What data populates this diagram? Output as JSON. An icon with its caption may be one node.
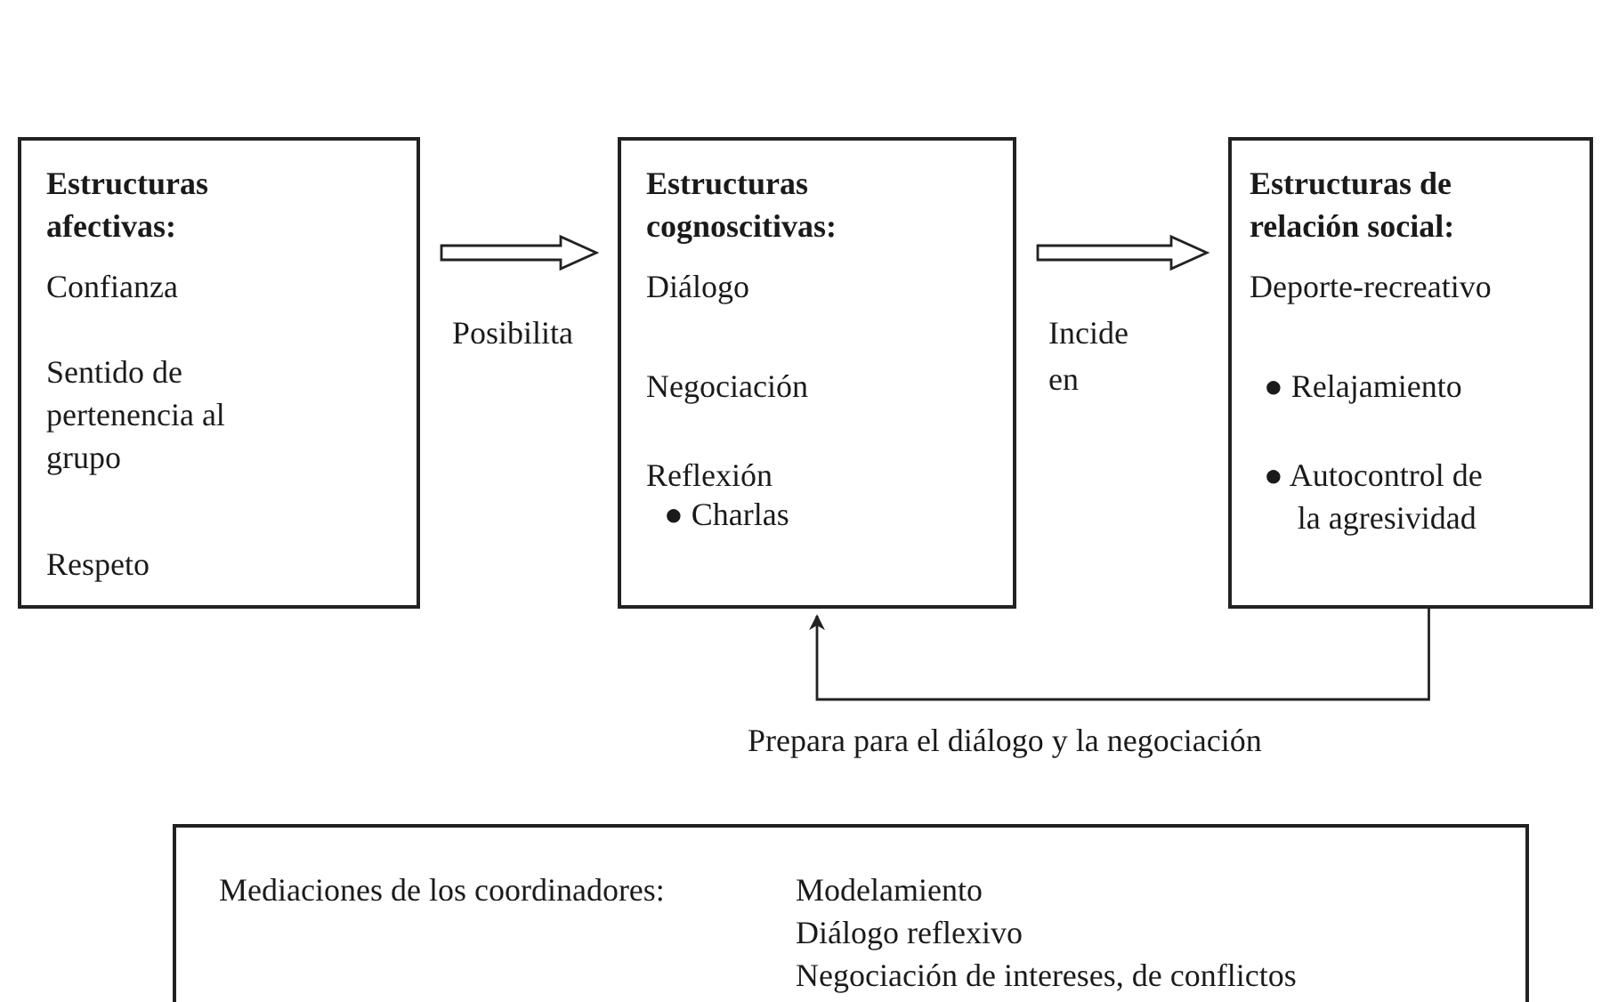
{
  "diagram": {
    "nodes": [
      {
        "text": [
          "Estructuras afectivas:",
          "Confianza",
          "Sentido de pertenencia al grupo",
          "Respeto"
        ]
      },
      {
        "text": [
          "Estructuras cognoscitivas:",
          "Diálogo",
          "Negociación",
          "Reflexión",
          "● Charlas"
        ]
      },
      {
        "text": [
          "Estructuras de relación social:",
          "Deporte-recreativo",
          "● Relajamiento",
          "● Autocontrol de la agresividad"
        ]
      },
      {
        "text": [
          "Mediaciones de los coordinadores:",
          "Modelamiento",
          "Diálogo reflexivo",
          "Negociación de intereses, de conflictos"
        ]
      }
    ],
    "edges": [
      {
        "from": 0,
        "to": 1,
        "arrow": "to",
        "label": "Posibilita"
      },
      {
        "from": 1,
        "to": 2,
        "arrow": "to",
        "label": "Incide en"
      },
      {
        "from": 2,
        "to": 1,
        "arrow": "to",
        "label": "Prepara para el diálogo y la negociación"
      }
    ]
  }
}
